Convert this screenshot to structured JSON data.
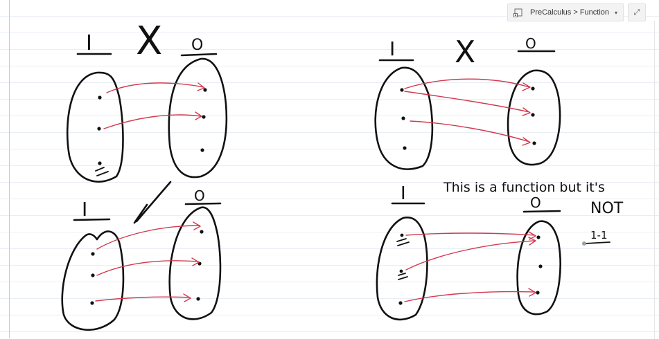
{
  "toolbar": {
    "breadcrumb": "PreCalculus > Function",
    "breadcrumb_caret": "▾",
    "expand_glyph": "⤢"
  },
  "notes": {
    "diagram_a": {
      "left_label": "I",
      "mark": "X",
      "right_label": "O"
    },
    "diagram_b": {
      "left_label": "I",
      "mark": "X",
      "right_label": "O"
    },
    "diagram_c": {
      "left_label": "I",
      "mark": "✓",
      "right_label": "O"
    },
    "diagram_d": {
      "left_label": "I",
      "right_label": "O"
    },
    "annotation": {
      "line1": "This is a function but it's",
      "line2": "NOT",
      "line3": "1-1"
    }
  },
  "colors": {
    "ink": "#111111",
    "arrow": "#d23a4e",
    "margin": "#f0b7c8"
  }
}
